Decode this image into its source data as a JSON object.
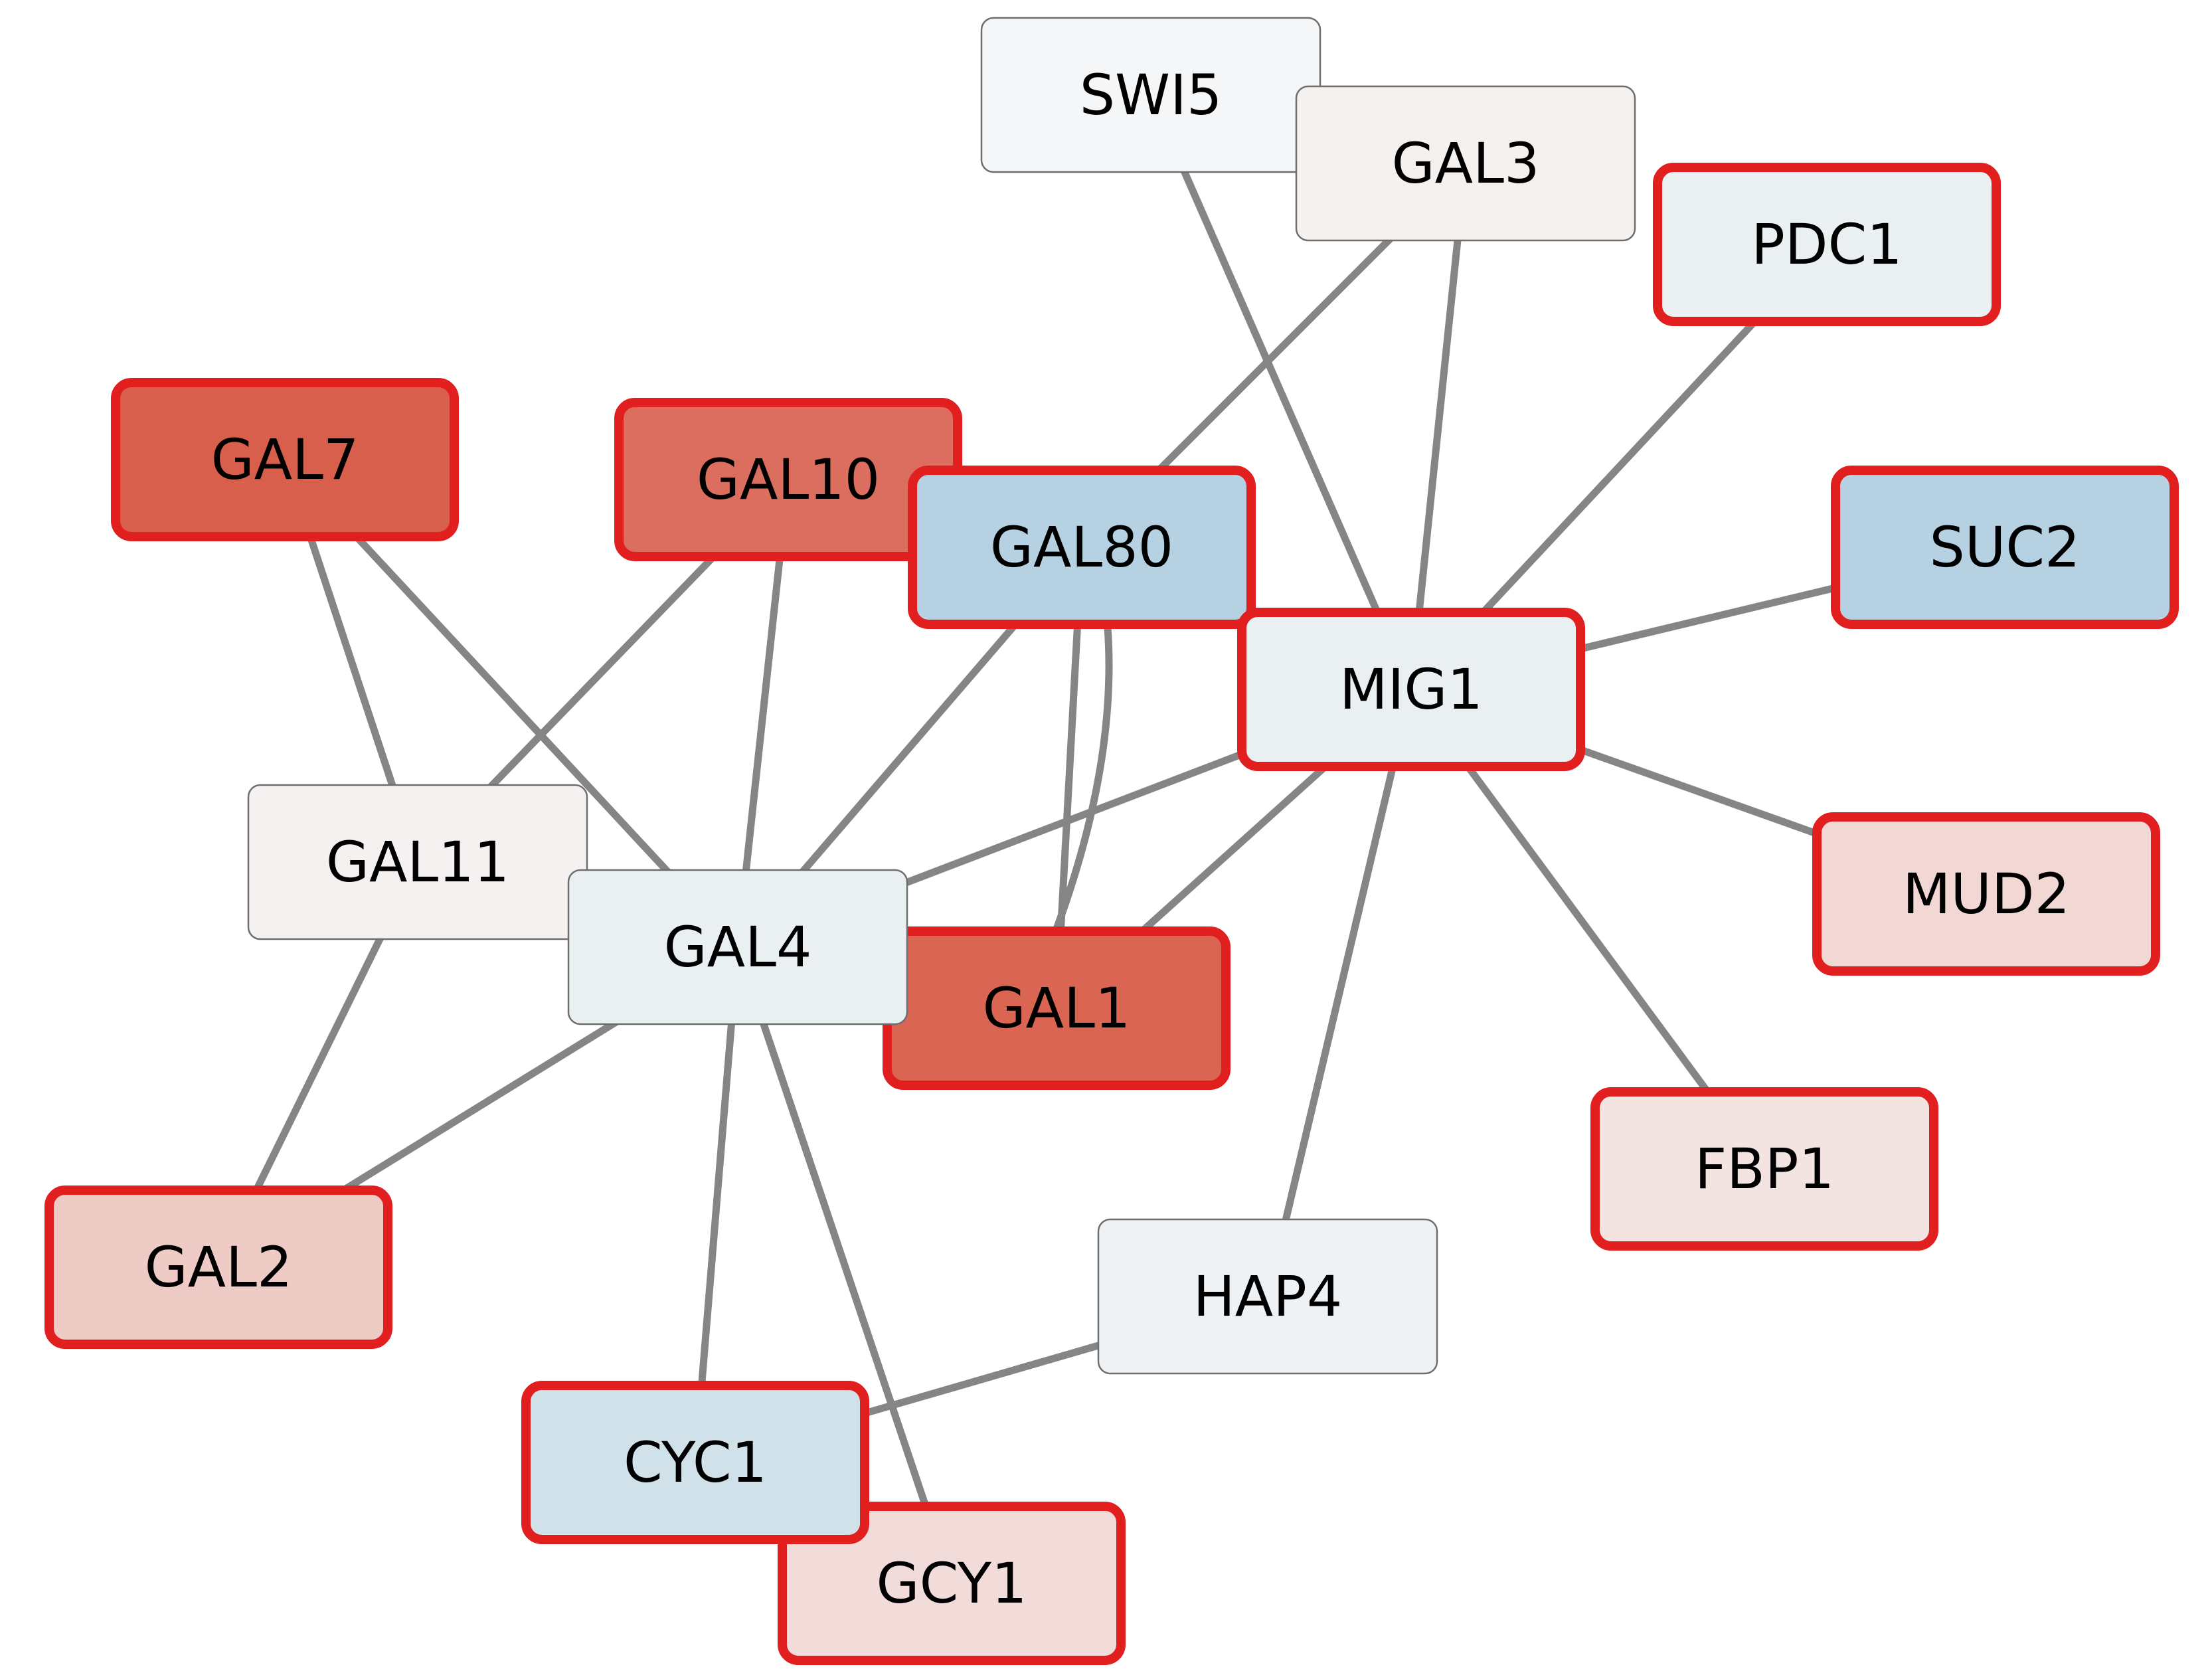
{
  "nodes": [
    {
      "id": "SWI5",
      "label": "SWI5",
      "fill": "#f4f6f8",
      "highlighted": false
    },
    {
      "id": "GAL3",
      "label": "GAL3",
      "fill": "#f4f1ef",
      "highlighted": false
    },
    {
      "id": "PDC1",
      "label": "PDC1",
      "fill": "#eaeff2",
      "highlighted": true
    },
    {
      "id": "GAL7",
      "label": "GAL7",
      "fill": "#d95f4d",
      "highlighted": true
    },
    {
      "id": "GAL10",
      "label": "GAL10",
      "fill": "#db6e5e",
      "highlighted": true
    },
    {
      "id": "GAL80",
      "label": "GAL80",
      "fill": "#b5d1e2",
      "highlighted": true
    },
    {
      "id": "SUC2",
      "label": "SUC2",
      "fill": "#b5d1e2",
      "highlighted": true
    },
    {
      "id": "MIG1",
      "label": "MIG1",
      "fill": "#eaeff2",
      "highlighted": true
    },
    {
      "id": "GAL11",
      "label": "GAL11",
      "fill": "#f4f1f0",
      "highlighted": false
    },
    {
      "id": "GAL4",
      "label": "GAL4",
      "fill": "#eaeff2",
      "highlighted": false
    },
    {
      "id": "GAL1",
      "label": "GAL1",
      "fill": "#d96552",
      "highlighted": true
    },
    {
      "id": "MUD2",
      "label": "MUD2",
      "fill": "#f1d8d5",
      "highlighted": true
    },
    {
      "id": "FBP1",
      "label": "FBP1",
      "fill": "#f3e3e1",
      "highlighted": true
    },
    {
      "id": "GAL2",
      "label": "GAL2",
      "fill": "#efcbc5",
      "highlighted": true
    },
    {
      "id": "HAP4",
      "label": "HAP4",
      "fill": "#eef2f4",
      "highlighted": false
    },
    {
      "id": "CYC1",
      "label": "CYC1",
      "fill": "#d0e1ea",
      "highlighted": true
    },
    {
      "id": "GCY1",
      "label": "GCY1",
      "fill": "#f1dcda",
      "highlighted": true
    }
  ],
  "edges": [
    {
      "source": "SWI5",
      "target": "MIG1"
    },
    {
      "source": "GAL3",
      "target": "MIG1"
    },
    {
      "source": "GAL3",
      "target": "GAL80"
    },
    {
      "source": "PDC1",
      "target": "MIG1"
    },
    {
      "source": "SUC2",
      "target": "MIG1"
    },
    {
      "source": "MUD2",
      "target": "MIG1"
    },
    {
      "source": "FBP1",
      "target": "MIG1"
    },
    {
      "source": "HAP4",
      "target": "MIG1"
    },
    {
      "source": "GAL1",
      "target": "MIG1"
    },
    {
      "source": "GAL4",
      "target": "MIG1"
    },
    {
      "source": "GAL80",
      "target": "MIG1"
    },
    {
      "source": "GAL7",
      "target": "GAL11"
    },
    {
      "source": "GAL7",
      "target": "GAL4"
    },
    {
      "source": "GAL10",
      "target": "GAL11"
    },
    {
      "source": "GAL10",
      "target": "GAL4"
    },
    {
      "source": "GAL80",
      "target": "GAL4"
    },
    {
      "source": "GAL80",
      "target": "GAL1"
    },
    {
      "source": "GAL80",
      "target": "GAL1",
      "curved": true
    },
    {
      "source": "GAL11",
      "target": "GAL2"
    },
    {
      "source": "GAL4",
      "target": "GAL2"
    },
    {
      "source": "GAL4",
      "target": "CYC1"
    },
    {
      "source": "GAL4",
      "target": "GCY1"
    },
    {
      "source": "HAP4",
      "target": "CYC1"
    }
  ],
  "colors": {
    "edge": "#858585",
    "highlight_border": "#e21f1f",
    "normal_border": "#6e6e6e"
  }
}
